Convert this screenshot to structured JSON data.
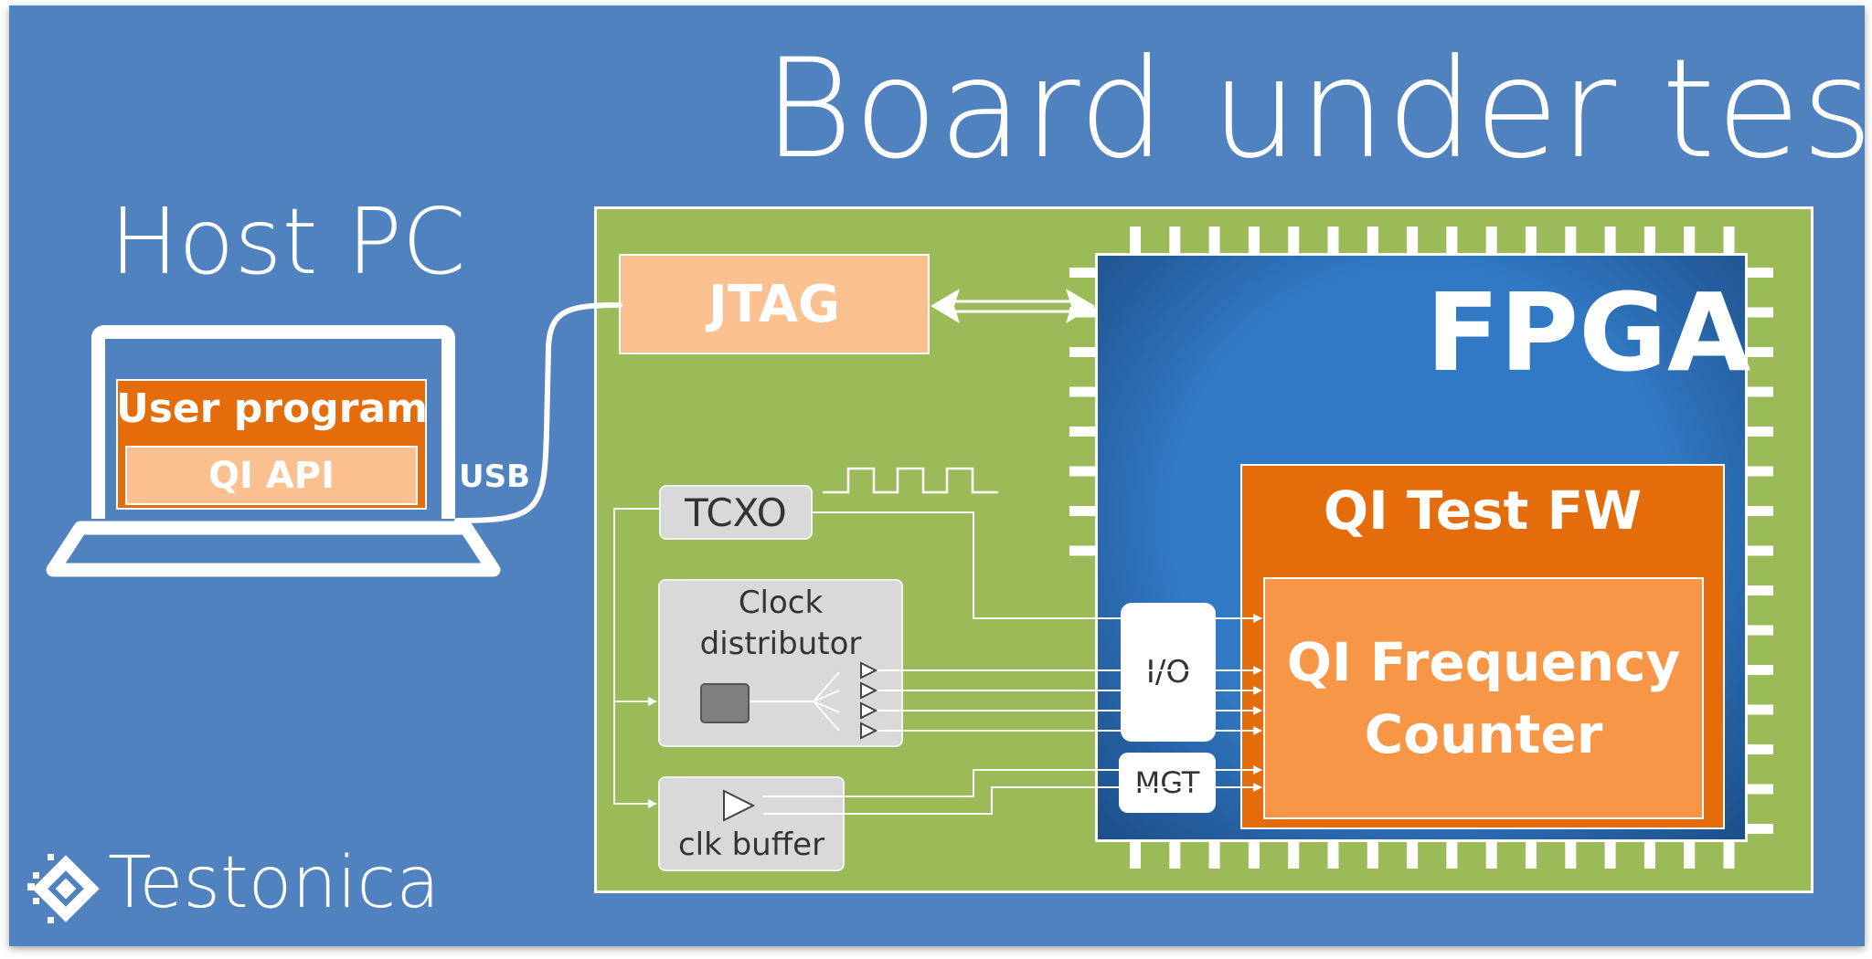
{
  "title": "Board under test",
  "host": {
    "label": "Host PC",
    "user_program": "User program",
    "qi_api": "QI API"
  },
  "usb_label": "USB",
  "board": {
    "jtag": "JTAG",
    "fpga": "FPGA",
    "qi_test_fw": "QI Test FW",
    "qi_freq_counter_line1": "QI Frequency",
    "qi_freq_counter_line2": "Counter",
    "io": "I/O",
    "mgt": "MGT",
    "tcxo": "TCXO",
    "clock_distributor_line1": "Clock",
    "clock_distributor_line2": "distributor",
    "clk_buffer": "clk buffer"
  },
  "brand": {
    "name": "Testonica"
  },
  "colors": {
    "background": "#4f82bf",
    "board": "#9bbb59",
    "fpga": "#2f75c2",
    "orange_dark": "#e46c0a",
    "orange_light": "#f79646",
    "peach": "#fac090",
    "gray": "#d9d9d9"
  }
}
